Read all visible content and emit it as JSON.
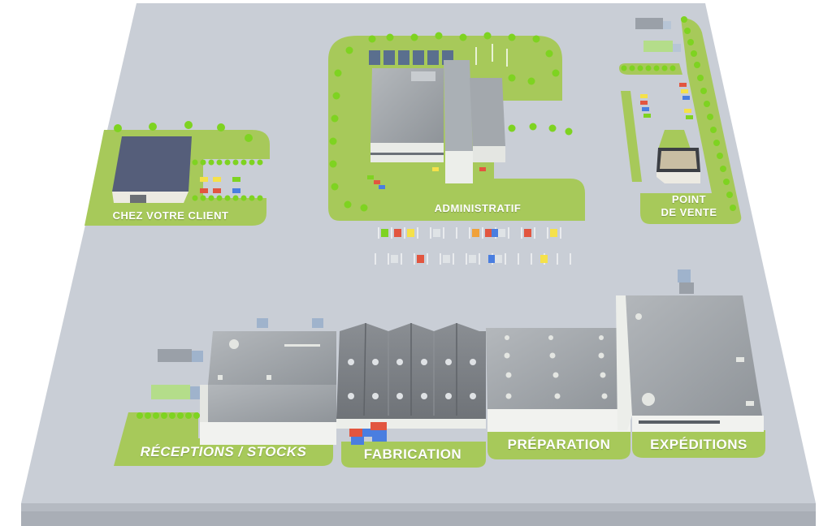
{
  "colors": {
    "ground": "#c9ced6",
    "ground_shadow": "#a9aeb6",
    "grass": "#a7c95a",
    "grass_dark": "#8cb545",
    "tree": "#7ed321",
    "roof": "#9ea3a8",
    "wall": "#f1f2ef",
    "label_text": "#ffffff"
  },
  "zones": [
    {
      "id": "client",
      "label": "CHEZ VOTRE CLIENT"
    },
    {
      "id": "admin",
      "label": "ADMINISTRATIF"
    },
    {
      "id": "pos",
      "label_line1": "POINT",
      "label_line2": "DE VENTE"
    },
    {
      "id": "receptions",
      "label": "RÉCEPTIONS / STOCKS"
    },
    {
      "id": "fabrication",
      "label": "FABRICATION"
    },
    {
      "id": "preparation",
      "label": "PRÉPARATION"
    },
    {
      "id": "expeditions",
      "label": "EXPÉDITIONS"
    }
  ]
}
